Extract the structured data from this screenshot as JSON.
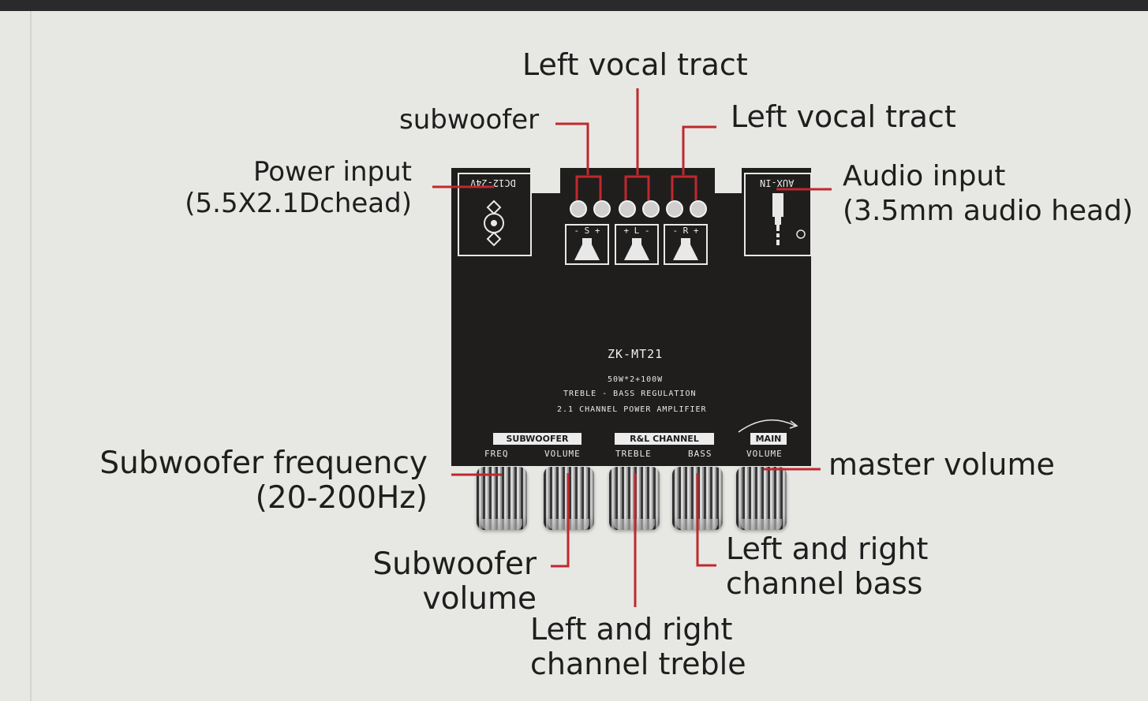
{
  "labels": {
    "left_vocal_tract_top": "Left vocal tract",
    "subwoofer": "subwoofer",
    "left_vocal_tract_right": "Left vocal tract",
    "power_input": [
      "Power input",
      "(5.5X2.1Dchead)"
    ],
    "audio_input": [
      "Audio input",
      "(3.5mm audio head)"
    ],
    "subwoofer_frequency": [
      "Subwoofer frequency",
      "(20-200Hz)"
    ],
    "master_volume": "master volume",
    "subwoofer_volume": [
      "Subwoofer",
      "volume"
    ],
    "lr_bass": [
      "Left and right",
      "channel bass"
    ],
    "lr_treble": [
      "Left and right",
      "channel treble"
    ]
  },
  "board": {
    "model": "ZK-MT21",
    "power_rating": "50W*2+100W",
    "regulation": "TREBLE - BASS REGULATION",
    "description": "2.1 CHANNEL POWER AMPLIFIER",
    "power_jack": "DC12-24V",
    "aux_jack": "AUX-IN",
    "speaker_labels": [
      "- S +",
      "+ L -",
      "- R +"
    ],
    "groups": {
      "subwoofer": "SUBWOOFER",
      "rl_channel": "R&L CHANNEL",
      "main": "MAIN"
    },
    "knobs": [
      "FREQ",
      "VOLUME",
      "TREBLE",
      "BASS",
      "VOLUME"
    ]
  },
  "colors": {
    "leader": "#c0282d",
    "board": "#1f1e1d",
    "background": "#e7e8e4"
  }
}
